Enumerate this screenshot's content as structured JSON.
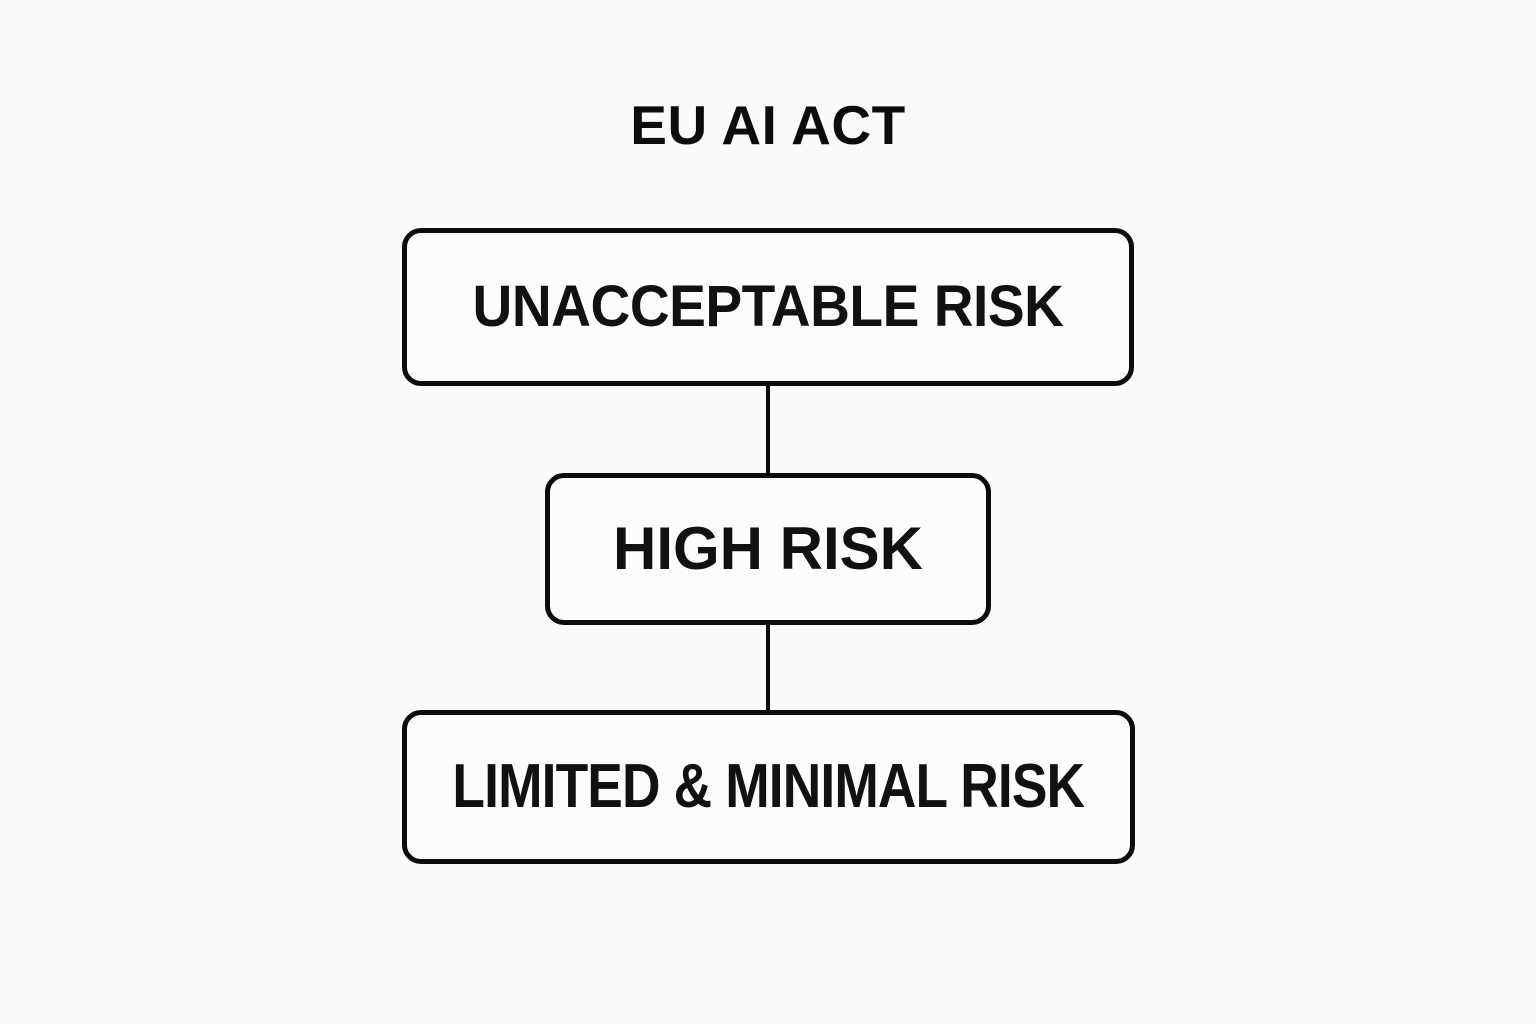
{
  "diagram": {
    "title": "EU AI ACT",
    "type": "flowchart",
    "orientation": "vertical",
    "background_color": "#fafafa",
    "stroke_color": "#0c0c0c",
    "text_color": "#111111",
    "box_fill_color": "#fcfcfc",
    "nodes": [
      {
        "id": "unacceptable",
        "label": "UNACCEPTABLE RISK",
        "level": 1
      },
      {
        "id": "high",
        "label": "HIGH RISK",
        "level": 2
      },
      {
        "id": "limited",
        "label": "LIMITED & MINIMAL RISK",
        "level": 3
      }
    ],
    "edges": [
      {
        "from": "unacceptable",
        "to": "high"
      },
      {
        "from": "high",
        "to": "limited"
      }
    ]
  }
}
